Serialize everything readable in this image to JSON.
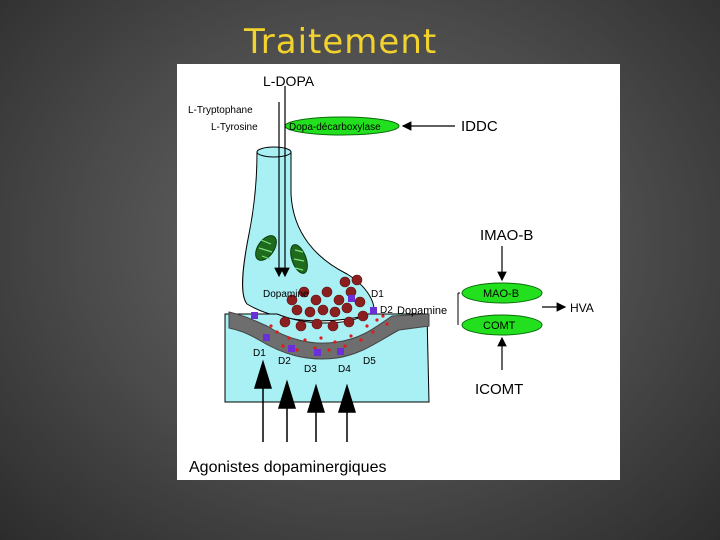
{
  "slide": {
    "title": "Traitement"
  },
  "diagram": {
    "ldopa": "L-DOPA",
    "tryptophane": "L-Tryptophane",
    "tyrosine": "L-Tyrosine",
    "decarboxylase": "Dopa-décarboxylase",
    "iddc": "IDDC",
    "imaob_label": "IMAO-B",
    "dopamine_vesicle": "Dopamine",
    "d1_top": "D1",
    "d2_top": "D2",
    "dopamine_cleft": "Dopamine",
    "maob": "MAO-B",
    "comt": "COMT",
    "hva": "HVA",
    "icomt": "ICOMT",
    "d1_bottom": "D1",
    "d2_bottom": "D2",
    "d3": "D3",
    "d4": "D4",
    "d5": "D5",
    "agonistes": "Agonistes dopaminergiques",
    "colors": {
      "neuron_fill": "#a8f0f4",
      "enzyme_fill": "#22e01e",
      "vesicle": "#8b1f1f",
      "receptor": "#6a2fd8",
      "membrane": "#6e6e6e"
    }
  }
}
